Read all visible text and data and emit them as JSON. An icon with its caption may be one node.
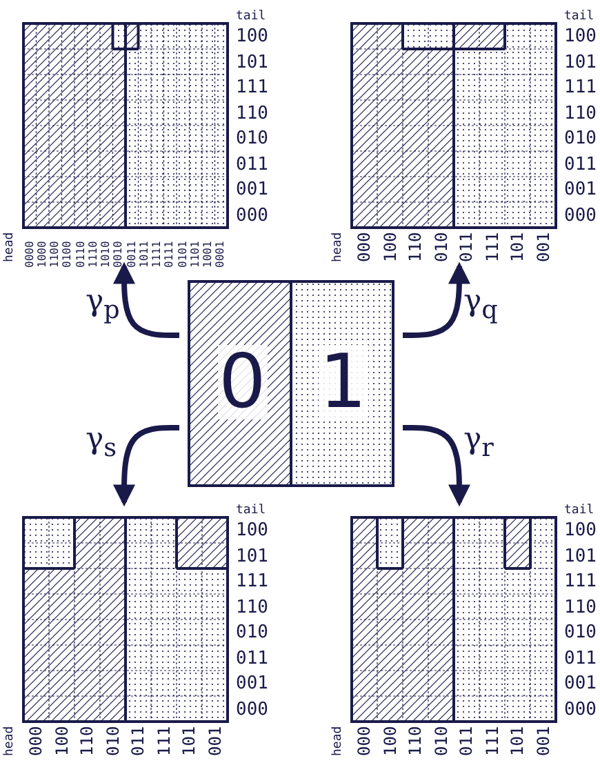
{
  "diagram": {
    "nodes": [
      {
        "text": [
          "0",
          "1"
        ]
      },
      {
        "text": [],
        "shape": "box",
        "beside": [
          "tail",
          "100",
          "101",
          "111",
          "110",
          "010",
          "011",
          "001",
          "000",
          "head",
          "0000",
          "1000",
          "1100",
          "0100",
          "0110",
          "1110",
          "1010",
          "0010",
          "0011",
          "1011",
          "1111",
          "0111",
          "0101",
          "1101",
          "1001",
          "0001"
        ]
      },
      {
        "text": [],
        "shape": "box",
        "beside": [
          "tail",
          "100",
          "101",
          "111",
          "110",
          "010",
          "011",
          "001",
          "000",
          "head",
          "000",
          "100",
          "110",
          "010",
          "011",
          "111",
          "101",
          "001"
        ]
      },
      {
        "text": [],
        "shape": "box",
        "beside": [
          "tail",
          "100",
          "101",
          "111",
          "110",
          "010",
          "011",
          "001",
          "000",
          "head",
          "000",
          "100",
          "110",
          "010",
          "011",
          "111",
          "101",
          "001"
        ]
      },
      {
        "text": [],
        "shape": "box",
        "beside": [
          "tail",
          "100",
          "101",
          "111",
          "110",
          "010",
          "011",
          "001",
          "000",
          "head",
          "000",
          "100",
          "110",
          "010",
          "011",
          "111",
          "101",
          "001"
        ]
      }
    ],
    "edges": [
      {
        "from": 0,
        "to": 1,
        "arrow": "to",
        "label": "γ$_{p}$"
      },
      {
        "from": 0,
        "to": 2,
        "arrow": "to",
        "label": "γ$_{q}$"
      },
      {
        "from": 0,
        "to": 3,
        "arrow": "to",
        "label": "γ$_{s}$"
      },
      {
        "from": 0,
        "to": 4,
        "arrow": "to",
        "label": "γ$_{r}$"
      }
    ]
  }
}
